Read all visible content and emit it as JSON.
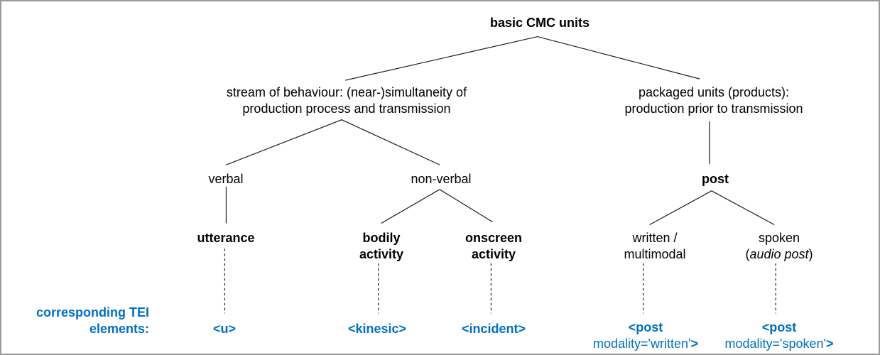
{
  "colors": {
    "tei_blue": "#0070C0",
    "line": "#1a1a1a",
    "border": "#9a9a9a"
  },
  "tree": {
    "root": "basic CMC units",
    "stream": {
      "line1": "stream of behaviour: (near-)simultaneity of",
      "line2": "production process and transmission"
    },
    "packaged": {
      "line1": "packaged units (products):",
      "line2": "production prior to transmission"
    },
    "verbal": "verbal",
    "nonverbal": "non-verbal",
    "post": "post",
    "utterance": "utterance",
    "bodily": {
      "line1": "bodily",
      "line2": "activity"
    },
    "onscreen": {
      "line1": "onscreen",
      "line2": "activity"
    },
    "written": {
      "line1": "written /",
      "line2": "multimodal"
    },
    "spoken": {
      "line1": "spoken",
      "open_paren": "(",
      "italic": "audio post",
      "close_paren": ")"
    }
  },
  "tei": {
    "caption_line1": "corresponding TEI",
    "caption_line2": "elements:",
    "u": "<u>",
    "kinesic": "<kinesic>",
    "incident": "<incident>",
    "post_written": {
      "line1": "<post",
      "attr": "modality='written'",
      "close": ">"
    },
    "post_spoken": {
      "line1": "<post",
      "attr": "modality='spoken'",
      "close": ">"
    }
  }
}
